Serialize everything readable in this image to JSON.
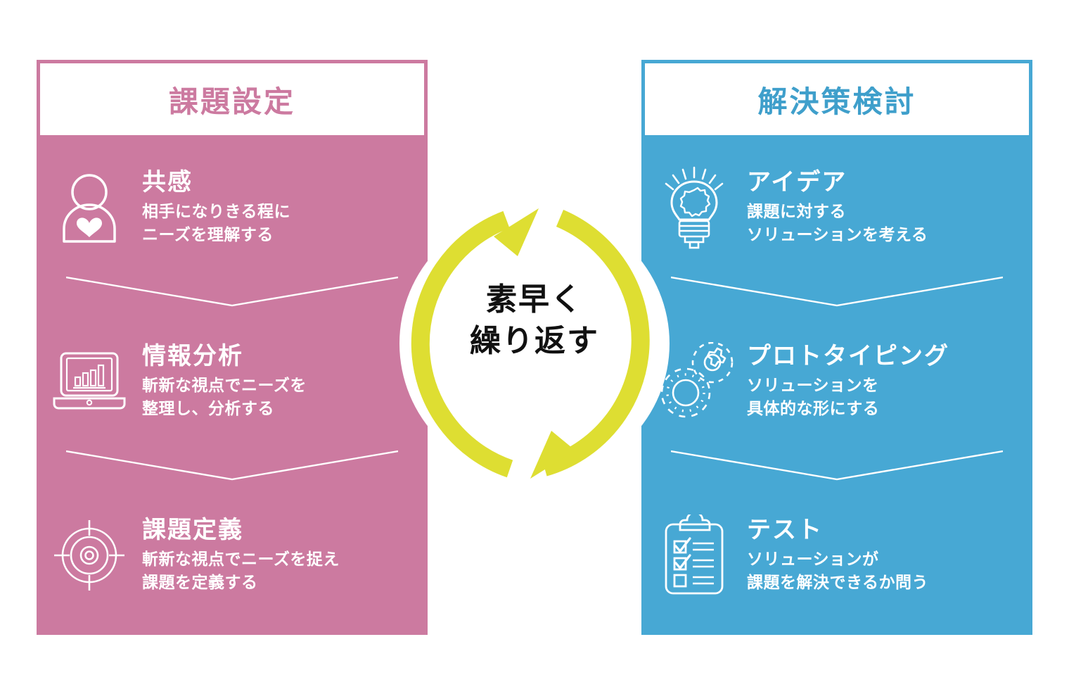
{
  "colors": {
    "left_panel": "#cc7aa0",
    "right_panel": "#47a8d4",
    "cycle_arrow": "#dede32",
    "panel_text": "#ffffff",
    "center_label": "#111111",
    "background": "#ffffff"
  },
  "left_panel": {
    "header_title": "課題設定",
    "steps": [
      {
        "icon": "person-heart-icon",
        "title": "共感",
        "description": "相手になりきる程に\nニーズを理解する"
      },
      {
        "icon": "laptop-bar-chart-icon",
        "title": "情報分析",
        "description": "斬新な視点でニーズを\n整理し、分析する"
      },
      {
        "icon": "target-crosshair-icon",
        "title": "課題定義",
        "description": "斬新な視点でニーズを捉え\n課題を定義する"
      }
    ]
  },
  "right_panel": {
    "header_title": "解決策検討",
    "steps": [
      {
        "icon": "lightbulb-gear-icon",
        "title": "アイデア",
        "description": "課題に対する\nソリューションを考える"
      },
      {
        "icon": "gears-icon",
        "title": "プロトタイピング",
        "description": "ソリューションを\n具体的な形にする"
      },
      {
        "icon": "clipboard-checklist-icon",
        "title": "テスト",
        "description": "ソリューションが\n課題を解決できるか問う"
      }
    ]
  },
  "center": {
    "label": "素早く\n繰り返す",
    "icon": "circular-refresh-arrows-icon"
  }
}
